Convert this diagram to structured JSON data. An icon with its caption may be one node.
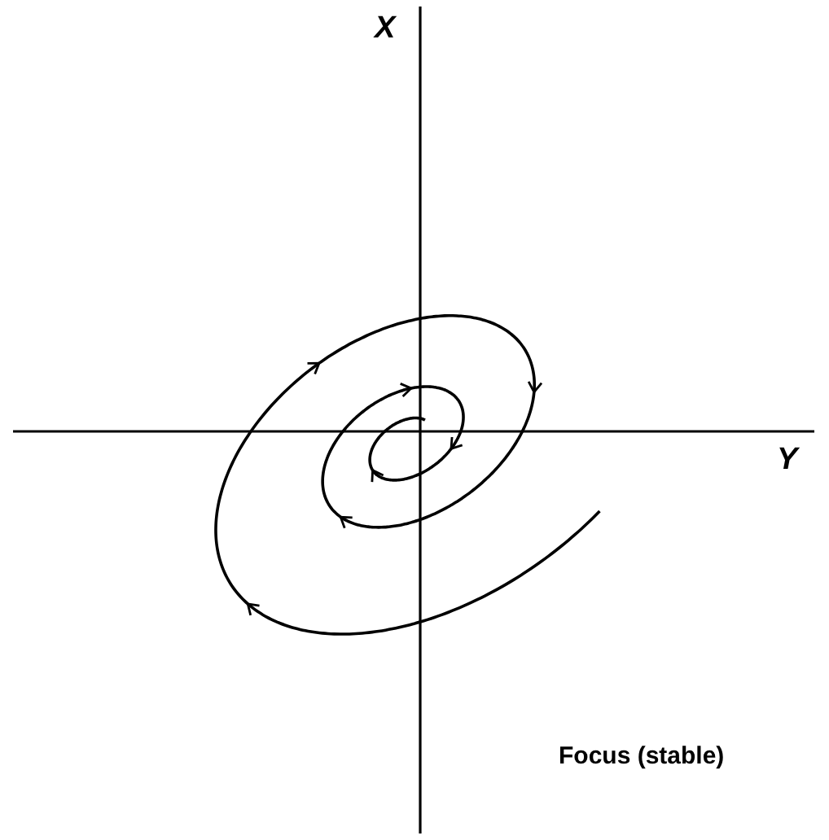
{
  "diagram": {
    "labels": [
      "X",
      "Y",
      "Focus (stable)"
    ]
  }
}
